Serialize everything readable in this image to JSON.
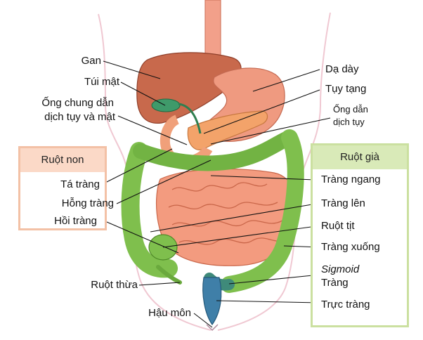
{
  "labels": {
    "gan": "Gan",
    "tui_mat": "Túi mật",
    "ong_chung_1": "Ống chung dẫn",
    "ong_chung_2": "dịch tụy và mật",
    "da_day": "Dạ dày",
    "tuy_tang": "Tụy tạng",
    "ong_dan_1": "Ống dẫn",
    "ong_dan_2": "dịch tụy",
    "ruot_non": "Ruột non",
    "ta_trang": "Tá tràng",
    "hong_trang": "Hỗng tràng",
    "hoi_trang": "Hồi tràng",
    "ruot_gia": "Ruột già",
    "trang_ngang": "Tràng ngang",
    "trang_len": "Tràng lên",
    "ruot_tit": "Ruột tịt",
    "trang_xuong": "Tràng xuống",
    "sigmoid": "Sigmoid",
    "trang": "Tràng",
    "truc_trang": "Trực tràng",
    "ruot_thua": "Ruột thừa",
    "hau_mon": "Hậu môn"
  },
  "colors": {
    "liver": "#c8694c",
    "stomach": "#ef9a80",
    "esophagus": "#f2a08a",
    "pancreas": "#f3a36a",
    "gallbladder": "#3f9a6a",
    "small_intestine": "#f39b7f",
    "large_intestine": "#7fbf4d",
    "rectum": "#3f7fa8",
    "ruot_non_box_fill": "#fbd9c7",
    "ruot_non_box_border": "#f3c1a6",
    "ruot_gia_box_fill": "#d9eab8",
    "ruot_gia_box_border": "#cbe0a0",
    "body_outline": "#f0c8d2"
  }
}
